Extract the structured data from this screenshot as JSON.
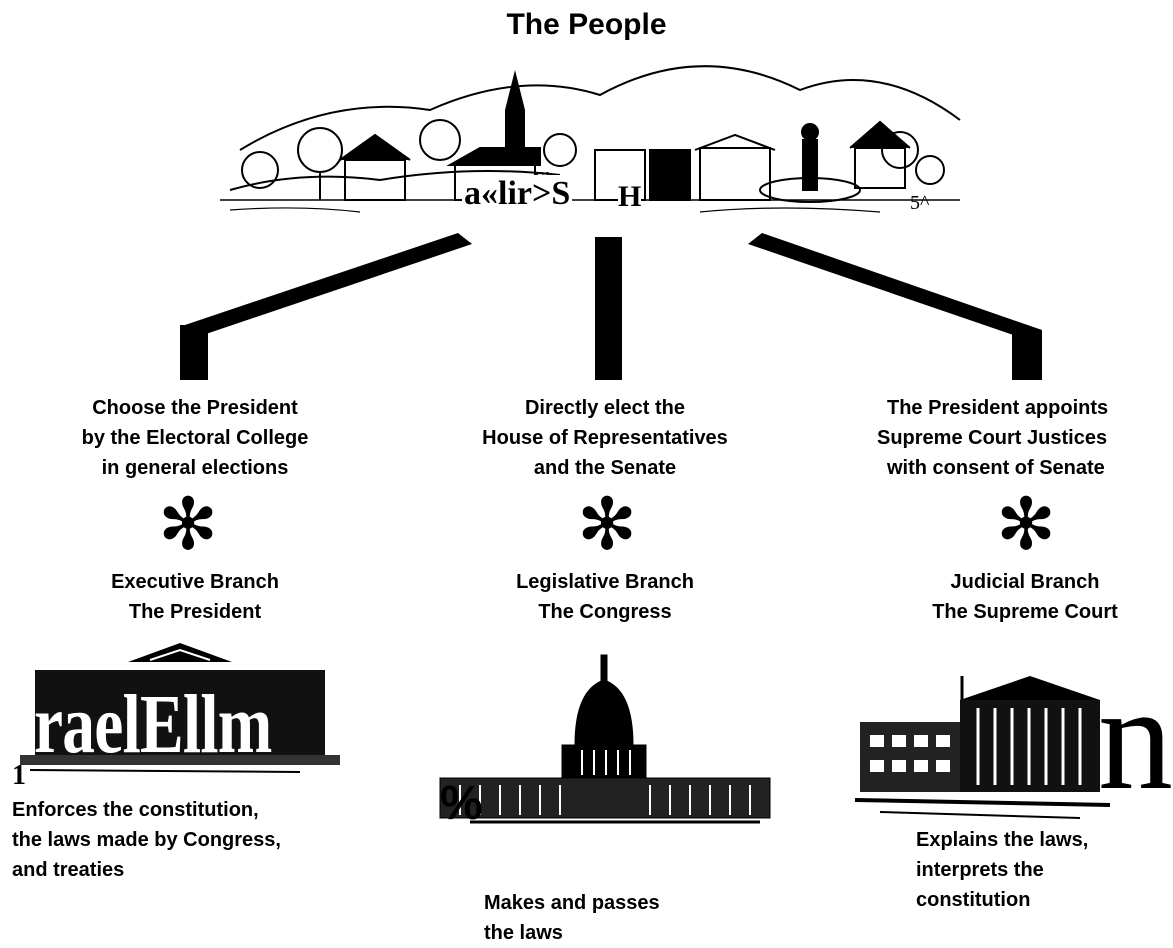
{
  "title": "The People",
  "village_labels": [
    "S'.",
    "a«lir>S",
    "H",
    "5^"
  ],
  "branches": [
    {
      "selection": [
        "Choose the President",
        "by the Electoral College",
        "in general elections"
      ],
      "star": "✻",
      "name": [
        "Executive Branch",
        "The President"
      ],
      "building_text": "raelEllm",
      "corner_mark": "1",
      "role": [
        "Enforces the constitution,",
        "the laws made by Congress,",
        "and treaties"
      ]
    },
    {
      "selection": [
        "Directly elect the",
        "House of Representatives",
        "and the Senate"
      ],
      "star": "✻",
      "name": [
        "Legislative Branch",
        "The Congress"
      ],
      "corner_mark": "%",
      "role": [
        "Makes and passes",
        "the laws"
      ]
    },
    {
      "selection": [
        "The President appoints",
        "Supreme Court Justices",
        "with consent of Senate"
      ],
      "star": "✻",
      "name": [
        "Judicial Branch",
        "The Supreme Court"
      ],
      "corner_mark": "n",
      "role": [
        "Explains the laws,",
        "interprets the",
        "constitution"
      ]
    }
  ]
}
